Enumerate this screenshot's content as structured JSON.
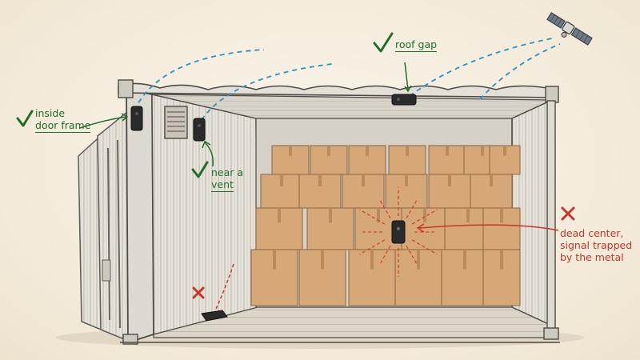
{
  "colors": {
    "good": "#1f6f2a",
    "bad": "#c8352a",
    "signal": "#2a93c2",
    "box": "#d6a877",
    "box_edge": "#8a6440",
    "container": "#e9e5dc",
    "ink": "#3c3a36"
  },
  "icons": {
    "good_mark": "check-mark-icon",
    "bad_mark": "cross-mark-icon",
    "satellite": "satellite-icon",
    "tracker": "gps-tracker-icon"
  },
  "placements": [
    {
      "id": "roof-gap",
      "status": "good",
      "lines": [
        "roof gap"
      ]
    },
    {
      "id": "door-frame",
      "status": "good",
      "lines": [
        "inside",
        "door frame"
      ]
    },
    {
      "id": "vent",
      "status": "good",
      "lines": [
        "near a",
        "vent"
      ]
    },
    {
      "id": "dead-center",
      "status": "bad",
      "lines": [
        "dead center,",
        "signal trapped",
        "by the metal"
      ]
    },
    {
      "id": "floor",
      "status": "bad",
      "lines": []
    }
  ]
}
